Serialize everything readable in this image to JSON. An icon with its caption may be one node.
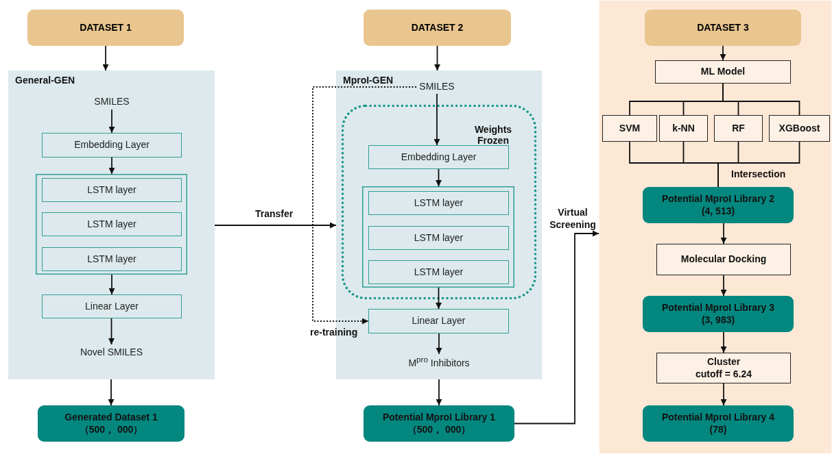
{
  "diagram": {
    "nodes": [
      {
        "text": [
          "DATASET 1"
        ]
      },
      {
        "text": [
          "General-GEN"
        ]
      },
      {
        "text": [
          "SMILES"
        ],
        "in": 1
      },
      {
        "text": [
          "Embedding Layer"
        ],
        "in": 1
      },
      {
        "text": [],
        "shape": "box",
        "in": 1
      },
      {
        "text": [
          "LSTM layer"
        ],
        "in": 4
      },
      {
        "text": [
          "LSTM layer"
        ],
        "in": 4
      },
      {
        "text": [
          "LSTM layer"
        ],
        "in": 4
      },
      {
        "text": [
          "Linear Layer"
        ],
        "in": 1
      },
      {
        "text": [
          "Novel SMILES"
        ],
        "in": 1
      },
      {
        "text": [
          "Generated Dataset 1",
          "（500， 000）"
        ]
      },
      {
        "text": [
          "DATASET 2"
        ]
      },
      {
        "text": [
          "MproI-GEN"
        ]
      },
      {
        "text": [
          "SMILES"
        ],
        "in": 12
      },
      {
        "text": [
          "Weights Frozen"
        ],
        "in": 12
      },
      {
        "text": [
          "Embedding Layer"
        ],
        "in": 14
      },
      {
        "text": [],
        "shape": "box",
        "in": 14
      },
      {
        "text": [
          "LSTM layer"
        ],
        "in": 16
      },
      {
        "text": [
          "LSTM layer"
        ],
        "in": 16
      },
      {
        "text": [
          "LSTM layer"
        ],
        "in": 16
      },
      {
        "text": [
          "Linear Layer"
        ],
        "in": 12
      },
      {
        "text": [
          "M$^{pro}$ Inhibitors"
        ],
        "in": 12
      },
      {
        "text": [
          "Potential MproI Library 1",
          "（500， 000）"
        ]
      },
      {
        "text": [],
        "shape": "box"
      },
      {
        "text": [
          "DATASET 3"
        ],
        "in": 23
      },
      {
        "text": [
          "ML Model"
        ],
        "in": 23
      },
      {
        "text": [
          "SVM"
        ],
        "in": 23
      },
      {
        "text": [
          "k-NN"
        ],
        "in": 23
      },
      {
        "text": [
          "RF"
        ],
        "in": 23
      },
      {
        "text": [
          "XGBoost"
        ],
        "in": 23
      },
      {
        "text": [
          "Potential MproI Library 2",
          "(4, 513)"
        ],
        "in": 23
      },
      {
        "text": [
          "Molecular Docking"
        ],
        "in": 23
      },
      {
        "text": [
          "Potential MproI Library 3",
          "(3, 983)"
        ],
        "in": 23
      },
      {
        "text": [
          "Cluster",
          "cutoff = 6.24"
        ],
        "in": 23
      },
      {
        "text": [
          "Potential MproI Library 4",
          "(78)"
        ],
        "in": 23
      }
    ],
    "edges": [
      {
        "from": 0,
        "to": 1,
        "arrow": "to"
      },
      {
        "from": 2,
        "to": 3,
        "arrow": "to"
      },
      {
        "from": 3,
        "to": 4,
        "arrow": "to"
      },
      {
        "from": 4,
        "to": 8,
        "arrow": "to"
      },
      {
        "from": 8,
        "to": 9,
        "arrow": "to"
      },
      {
        "from": 1,
        "to": 10,
        "arrow": "to"
      },
      {
        "from": 1,
        "to": 12,
        "arrow": "to",
        "label": "Transfer"
      },
      {
        "from": 11,
        "to": 12,
        "arrow": "to"
      },
      {
        "from": 13,
        "to": 15,
        "arrow": "to"
      },
      {
        "from": 15,
        "to": 16,
        "arrow": "to"
      },
      {
        "from": 16,
        "to": 20,
        "arrow": "to"
      },
      {
        "from": 20,
        "to": 21,
        "arrow": "to"
      },
      {
        "from": 13,
        "to": 20,
        "arrow": "to",
        "label": "re-training",
        "style": "dashed"
      },
      {
        "from": 12,
        "to": 22,
        "arrow": "to"
      },
      {
        "from": 22,
        "to": 23,
        "arrow": "to",
        "label": "Virtual Screening"
      },
      {
        "from": 24,
        "to": 25,
        "arrow": "to"
      },
      {
        "from": 25,
        "to": 26,
        "arrow": "none"
      },
      {
        "from": 25,
        "to": 27,
        "arrow": "none"
      },
      {
        "from": 25,
        "to": 28,
        "arrow": "none"
      },
      {
        "from": 25,
        "to": 29,
        "arrow": "none"
      },
      {
        "from": 26,
        "to": 30,
        "arrow": "none"
      },
      {
        "from": 27,
        "to": 30,
        "arrow": "none"
      },
      {
        "from": 28,
        "to": 30,
        "arrow": "none"
      },
      {
        "from": 29,
        "to": 30,
        "arrow": "none"
      },
      {
        "from": 30,
        "to": 31,
        "arrow": "to"
      },
      {
        "from": 31,
        "to": 32,
        "arrow": "to"
      },
      {
        "from": 32,
        "to": 33,
        "arrow": "to"
      },
      {
        "from": 33,
        "to": 34,
        "arrow": "to"
      }
    ],
    "labels": [
      "Intersection"
    ]
  }
}
